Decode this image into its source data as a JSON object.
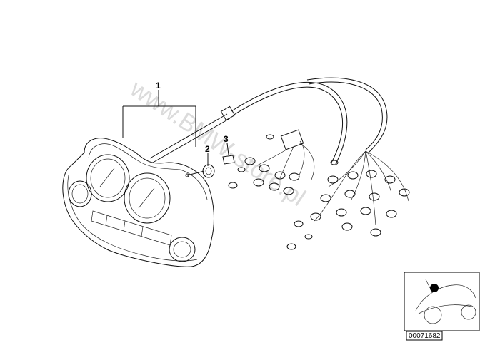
{
  "callouts": {
    "one": "1",
    "two": "2",
    "three": "3"
  },
  "watermark": "www.BMW-store.pl",
  "thumbnail": {
    "part_code": "00071682"
  }
}
